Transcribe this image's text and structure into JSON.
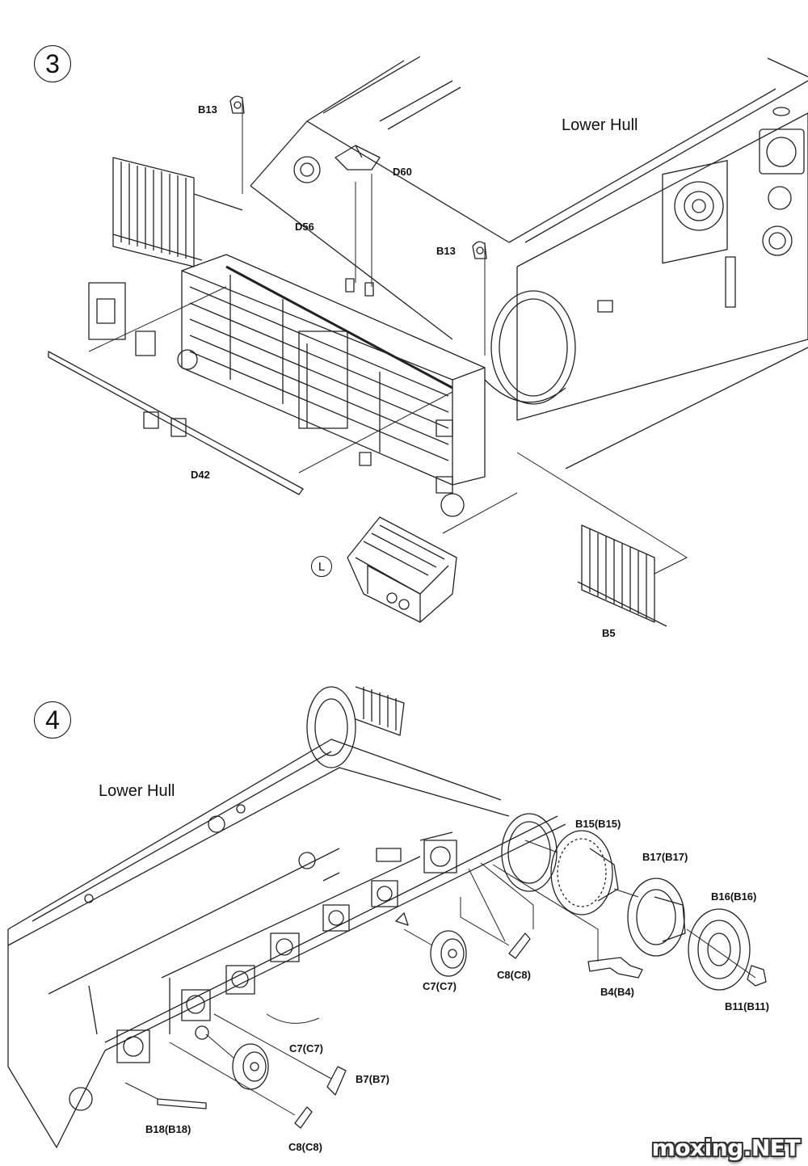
{
  "step3": {
    "number": "3",
    "title": "Lower Hull",
    "callout": "L",
    "parts": [
      "B13",
      "D60",
      "D56",
      "B13",
      "D42",
      "B5"
    ]
  },
  "step4": {
    "number": "4",
    "title": "Lower Hull",
    "parts": [
      "B15(B15)",
      "B17(B17)",
      "B16(B16)",
      "C7(C7)",
      "C8(C8)",
      "B4(B4)",
      "B11(B11)",
      "C7(C7)",
      "B7(B7)",
      "B18(B18)",
      "C8(C8)"
    ]
  },
  "watermark": "moxing.NET"
}
